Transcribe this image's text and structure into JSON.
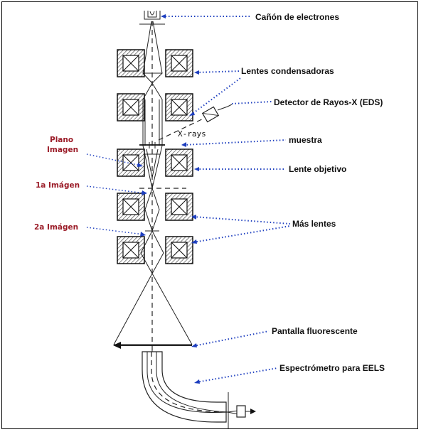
{
  "labels": {
    "gun": "Cañón de electrones",
    "condenser": "Lentes  condensadoras",
    "xray_detector": "Detector de Rayos-X (EDS)",
    "xrays": "X-rays",
    "specimen": "muestra",
    "objective": "Lente objetivo",
    "more_lenses": "Más lentes",
    "screen": "Pantalla fluorescente",
    "spectrometer": "Espectrómetro para EELS"
  },
  "image_planes": {
    "plane_line1": "Plano",
    "plane_line2": "Imagen",
    "first": "1a Imágen",
    "second": "2a Imágen"
  },
  "colors": {
    "callout": "#1e3fbf",
    "image_plane_text": "#9b1c28",
    "lines": "#111111"
  },
  "icons": [
    "electron-gun-icon",
    "lens-icon",
    "xray-detector-icon",
    "fluorescent-screen-icon",
    "eels-spectrometer-icon",
    "arrow-icon"
  ]
}
